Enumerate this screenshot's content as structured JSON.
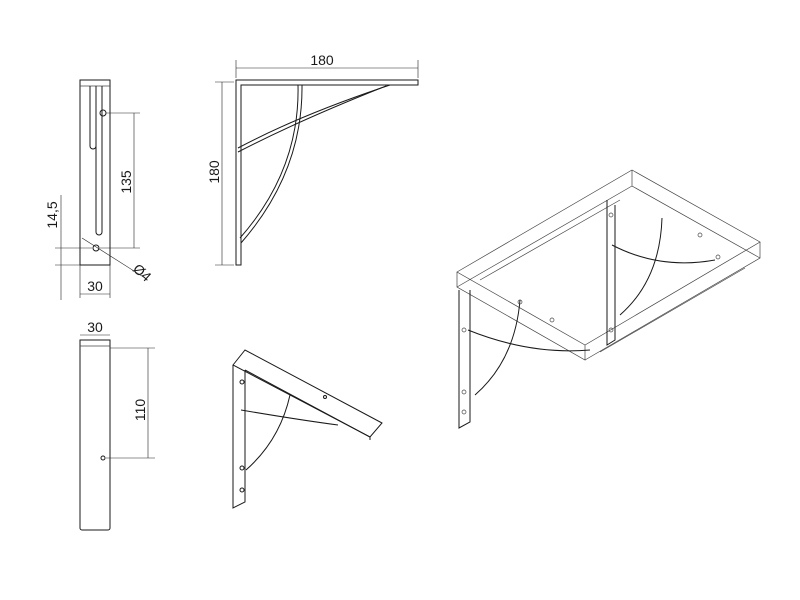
{
  "drawing": {
    "front_view": {
      "width_label": "180",
      "height_label": "180"
    },
    "side_view_top": {
      "hole_spacing_label": "135",
      "bottom_offset_label": "14,5",
      "hole_diameter_label": "Ø4",
      "width_label": "30"
    },
    "side_view_bottom": {
      "width_label": "30",
      "hole_height_label": "110"
    }
  }
}
